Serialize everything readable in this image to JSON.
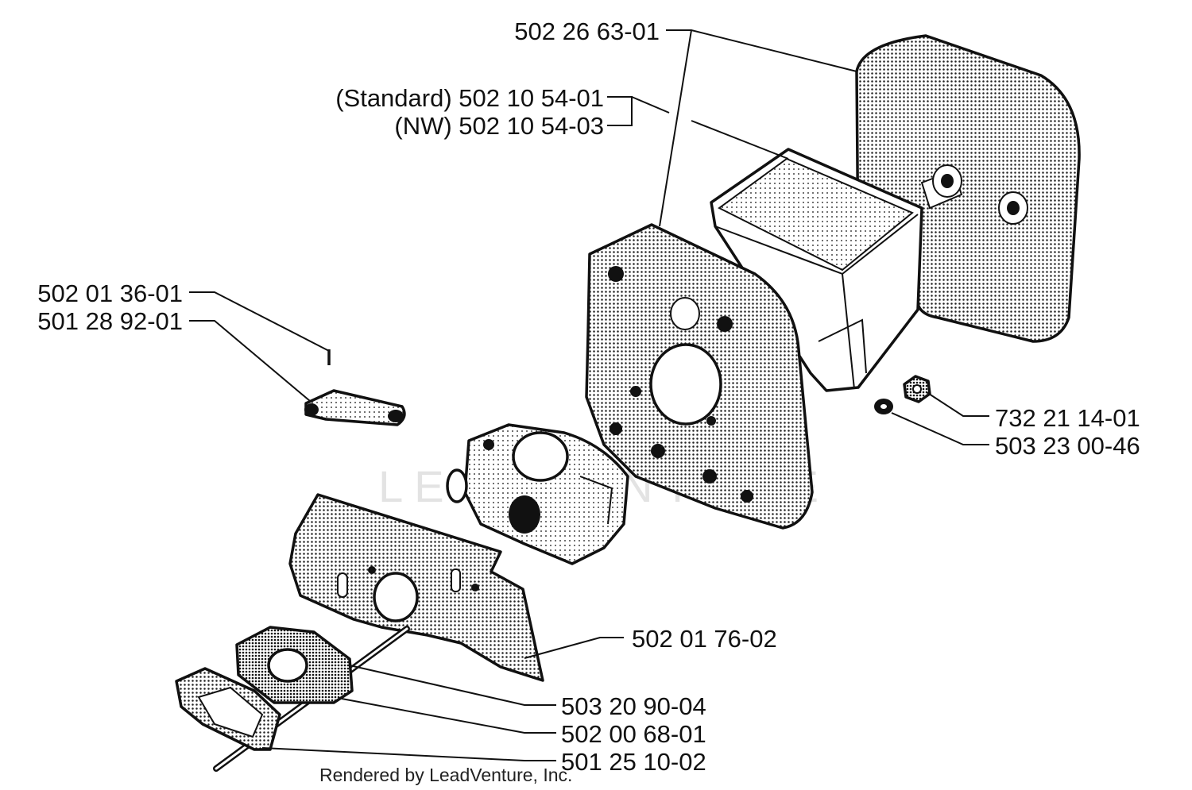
{
  "labels": {
    "air_filter_cover": "502 26 63-01",
    "air_filter_standard": "(Standard) 502 10 54-01",
    "air_filter_nw": "(NW) 502 10 54-03",
    "pin_top": "502 01 36-01",
    "pin_bottom": "501 28 92-01",
    "nut": "732 21 14-01",
    "washer": "503 23 00-46",
    "plate": "502 01 76-02",
    "rod": "503 20 90-04",
    "intake": "502 00 68-01",
    "gasket": "501 25 10-02"
  },
  "credit": "Rendered by LeadVenture, Inc.",
  "watermark": "LEADVENTURE"
}
